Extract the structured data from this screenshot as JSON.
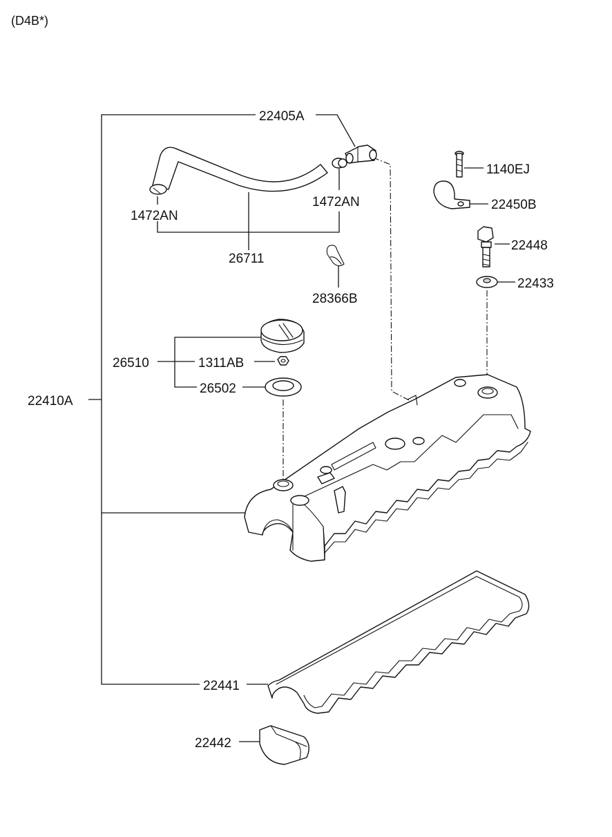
{
  "title": "(D4B*)",
  "labels": {
    "p22405A": "22405A",
    "p1140EJ": "1140EJ",
    "p1472AN_left": "1472AN",
    "p1472AN_right": "1472AN",
    "p22450B": "22450B",
    "p26711": "26711",
    "p22448": "22448",
    "p28366B": "28366B",
    "p22433": "22433",
    "p26510": "26510",
    "p1311AB": "1311AB",
    "p26502": "26502",
    "p22410A": "22410A",
    "p22441": "22441",
    "p22442": "22442"
  }
}
